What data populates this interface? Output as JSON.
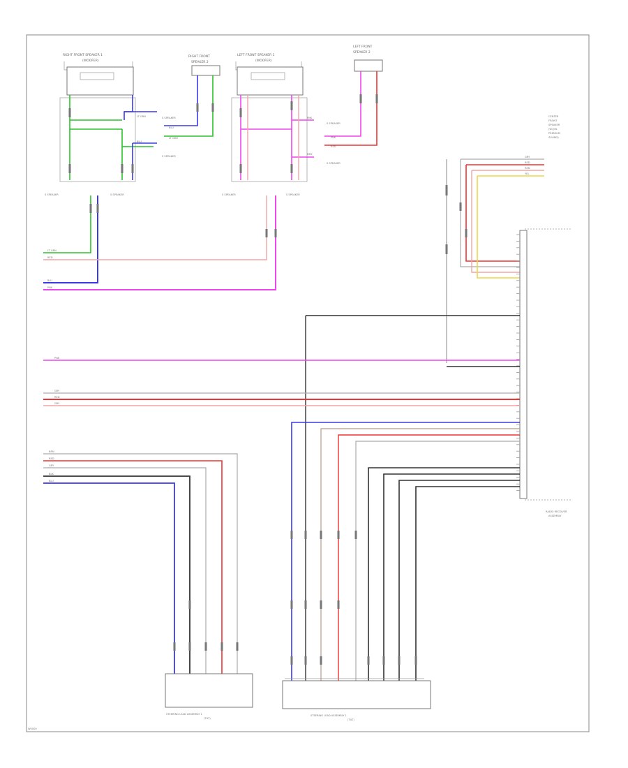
{
  "diagram": {
    "footer_code": "W0000",
    "colors": {
      "green": "#29c229",
      "blue": "#3a3ae6",
      "pink": "#ee44ee",
      "red": "#ee3333",
      "gray": "#aaaaaa",
      "black": "#333333",
      "yellow": "#e8d84a",
      "brown": "#b89a88",
      "lightpink": "#f3a4a4"
    }
  },
  "components": {
    "rf_speaker": {
      "title": "RIGHT FRONT SPEAKER 1",
      "sub": "(WOOFER)"
    },
    "rf_tweeter": {
      "title": "RIGHT FRONT",
      "sub": "SPEAKER 2"
    },
    "lf_speaker": {
      "title": "LEFT FRONT SPEAKER 1",
      "sub": "(WOOFER)"
    },
    "lf_tweeter": {
      "title": "LEFT FRONT",
      "sub": "SPEAKER 2"
    },
    "center_speaker": {
      "lines": [
        "CENTER",
        "FRONT",
        "SPEAKER",
        "(W/ JBL",
        "PREMIUM",
        "SOUND)"
      ]
    },
    "radio": {
      "lines": [
        "RADIO RECEIVER",
        "ASSEMBLY"
      ]
    },
    "steering_left": {
      "lines": [
        "STEERING LEAD ASSEMBLY 1",
        "(TILT)"
      ]
    },
    "steering_right": {
      "lines": [
        "STEERING LEAD ASSEMBLY 1",
        "(TILT)"
      ]
    }
  },
  "splices": {
    "rf_a": "S SPEAKER",
    "rf_b": "S SPEAKER",
    "rf_c": "S SPEAKER",
    "rf_d": "S SPEAKER",
    "lf_a": "S SPEAKER",
    "lf_b": "S SPEAKER",
    "lf_c": "S SPEAKER",
    "lf_d": "S SPEAKER"
  },
  "wires": {
    "rf_pos": "LT GRN",
    "rf_neg": "BLU",
    "rf_tw_pos": "BLU",
    "rf_tw_neg": "LT GRN",
    "lf_pos": "PNK",
    "lf_neg": "RED",
    "lf_tw_pos": "PNK",
    "lf_tw_neg": "RED",
    "main_1": "LT GRN",
    "main_2": "RED",
    "main_3": "BLU",
    "main_4": "PNK",
    "mid_pink": "PNK",
    "mid_1": "GRY",
    "mid_2": "RED",
    "mid_3": "GRY",
    "low_1": "BRN",
    "low_2": "RED",
    "low_3": "GRY",
    "low_4": "BLK",
    "low_5": "BLU",
    "cs_1": "GRY",
    "cs_2": "RED",
    "cs_3": "RED",
    "cs_4": "YEL"
  }
}
